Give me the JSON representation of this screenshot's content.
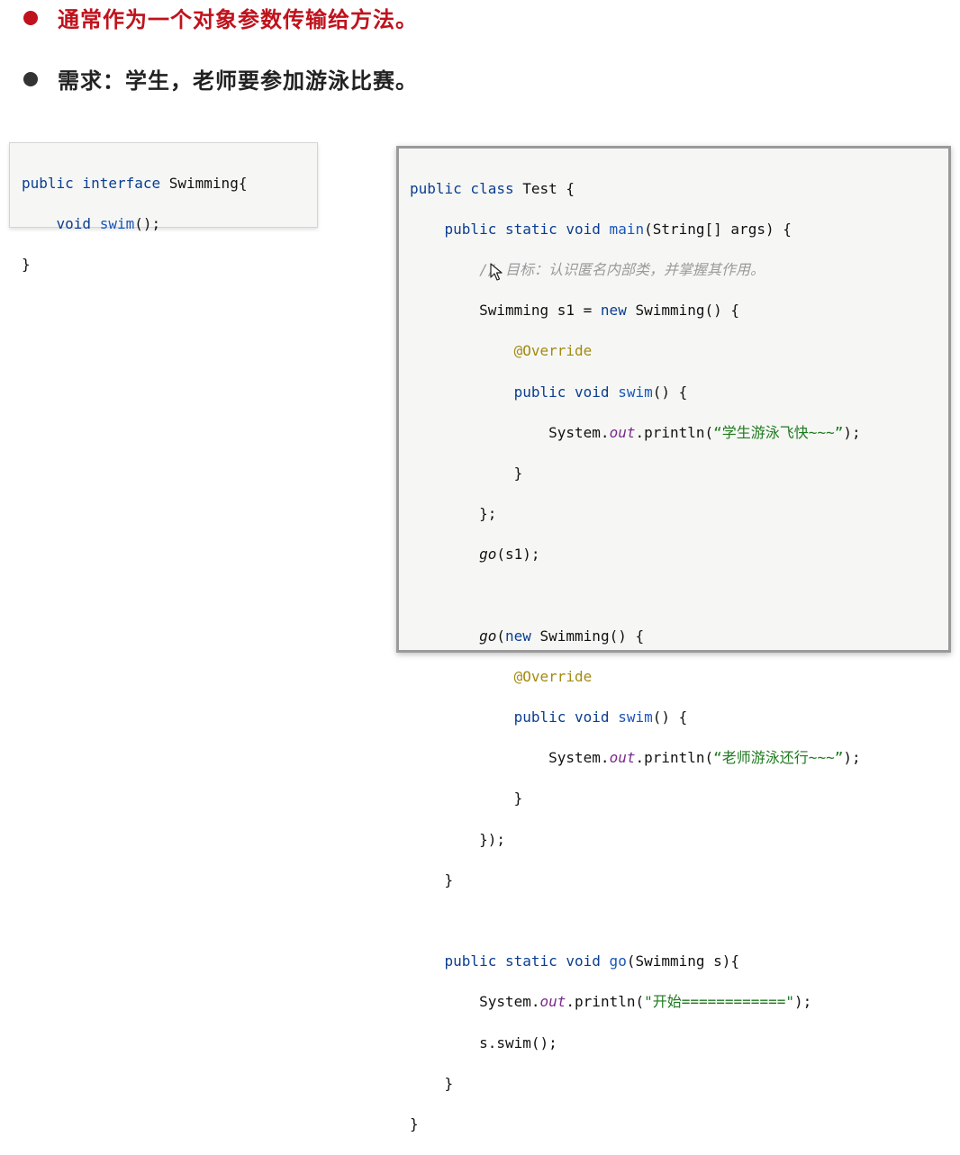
{
  "colors": {
    "bullet1": "#c0121c",
    "bullet2": "#333333"
  },
  "bullets": [
    {
      "text": "通常作为一个对象参数传输给方法。"
    },
    {
      "text": "需求：学生，老师要参加游泳比赛。"
    }
  ],
  "interface_code": {
    "l1_a": "public interface",
    "l1_b": " Swimming{",
    "l2_a": "    void",
    "l2_b": " swim",
    "l2_c": "();",
    "l3": "}"
  },
  "test_code": {
    "l1_a": "public class",
    "l1_b": " Test {",
    "l2_a": "    public static void",
    "l2_b": " main",
    "l2_c": "(String[] args) {",
    "l3": "        // 目标：认识匿名内部类，并掌握其作用。",
    "l4_a": "        Swimming s1 = ",
    "l4_b": "new",
    "l4_c": " Swimming() {",
    "l5": "            @Override",
    "l6_a": "            public void",
    "l6_b": " swim",
    "l6_c": "() {",
    "l7_a": "                System.",
    "l7_b": "out",
    "l7_c": ".println(",
    "l7_d": "“学生游泳飞快~~~”",
    "l7_e": ");",
    "l8": "            }",
    "l9": "        };",
    "l10_a": "        ",
    "l10_b": "go",
    "l10_c": "(s1);",
    "l11": " ",
    "l12_a": "        ",
    "l12_b": "go",
    "l12_c": "(",
    "l12_d": "new",
    "l12_e": " Swimming() {",
    "l13": "            @Override",
    "l14_a": "            public void",
    "l14_b": " swim",
    "l14_c": "() {",
    "l15_a": "                System.",
    "l15_b": "out",
    "l15_c": ".println(",
    "l15_d": "“老师游泳还行~~~”",
    "l15_e": ");",
    "l16": "            }",
    "l17": "        });",
    "l18": "    }",
    "l19": " ",
    "l20_a": "    public static void",
    "l20_b": " go",
    "l20_c": "(Swimming s){",
    "l21_a": "        System.",
    "l21_b": "out",
    "l21_c": ".println(",
    "l21_d": "\"开始============\"",
    "l21_e": ");",
    "l22": "        s.swim();",
    "l23": "    }",
    "l24": "}"
  }
}
